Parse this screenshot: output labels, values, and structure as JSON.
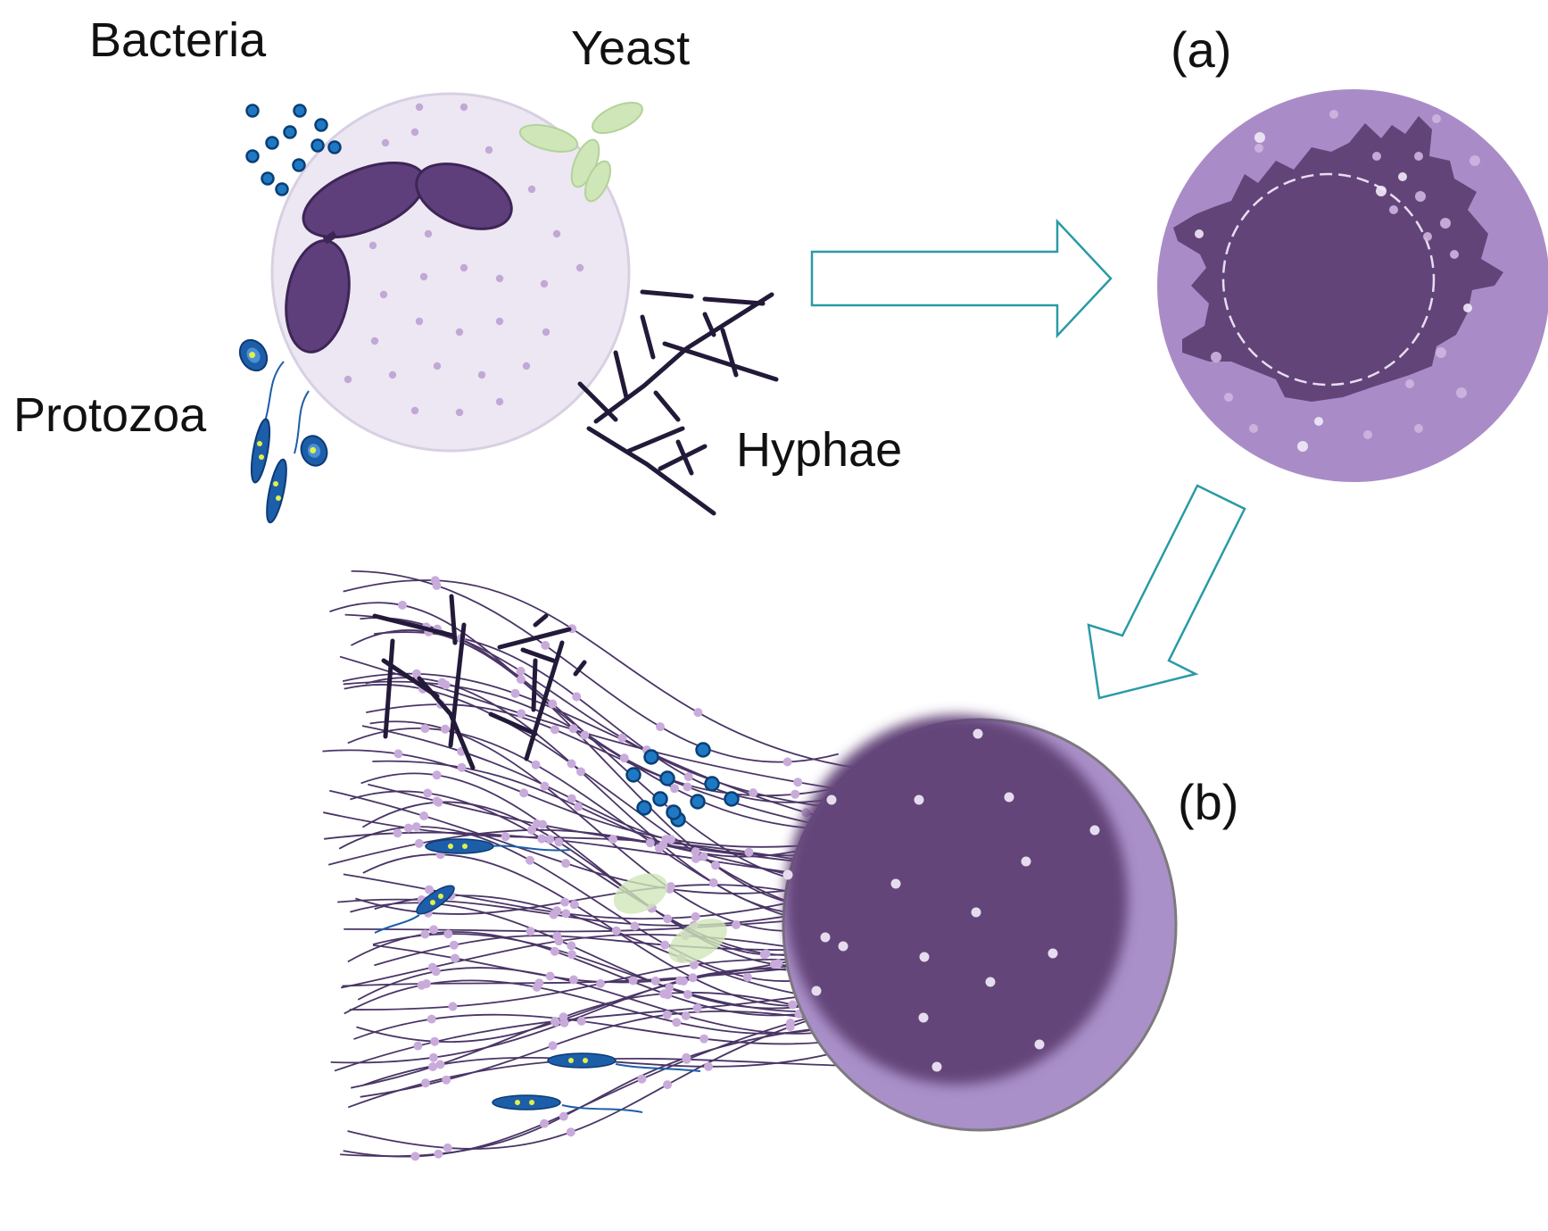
{
  "labels": {
    "bacteria": "Bacteria",
    "yeast": "Yeast",
    "protozoa": "Protozoa",
    "hyphae": "Hyphae",
    "panel_a": "(a)",
    "panel_b": "(b)"
  },
  "colors": {
    "cell_light": "#ece6f2",
    "granule": "#c2a8d6",
    "nucleus": "#5e3f7c",
    "phagocyte_outer": "#a98cc7",
    "phagocyte_dark": "#634479",
    "bacteria": "#1f78c4",
    "bacteria_dark": "#0a3f75",
    "yeast": "#cfe6b9",
    "hyphae": "#231a3a",
    "net_strand": "#4a3566",
    "net_bead": "#c8abdb",
    "arrow": "#2a9aa6",
    "protozoa": "#1d5ea8",
    "protozoa_spot": "#e2f04a"
  }
}
